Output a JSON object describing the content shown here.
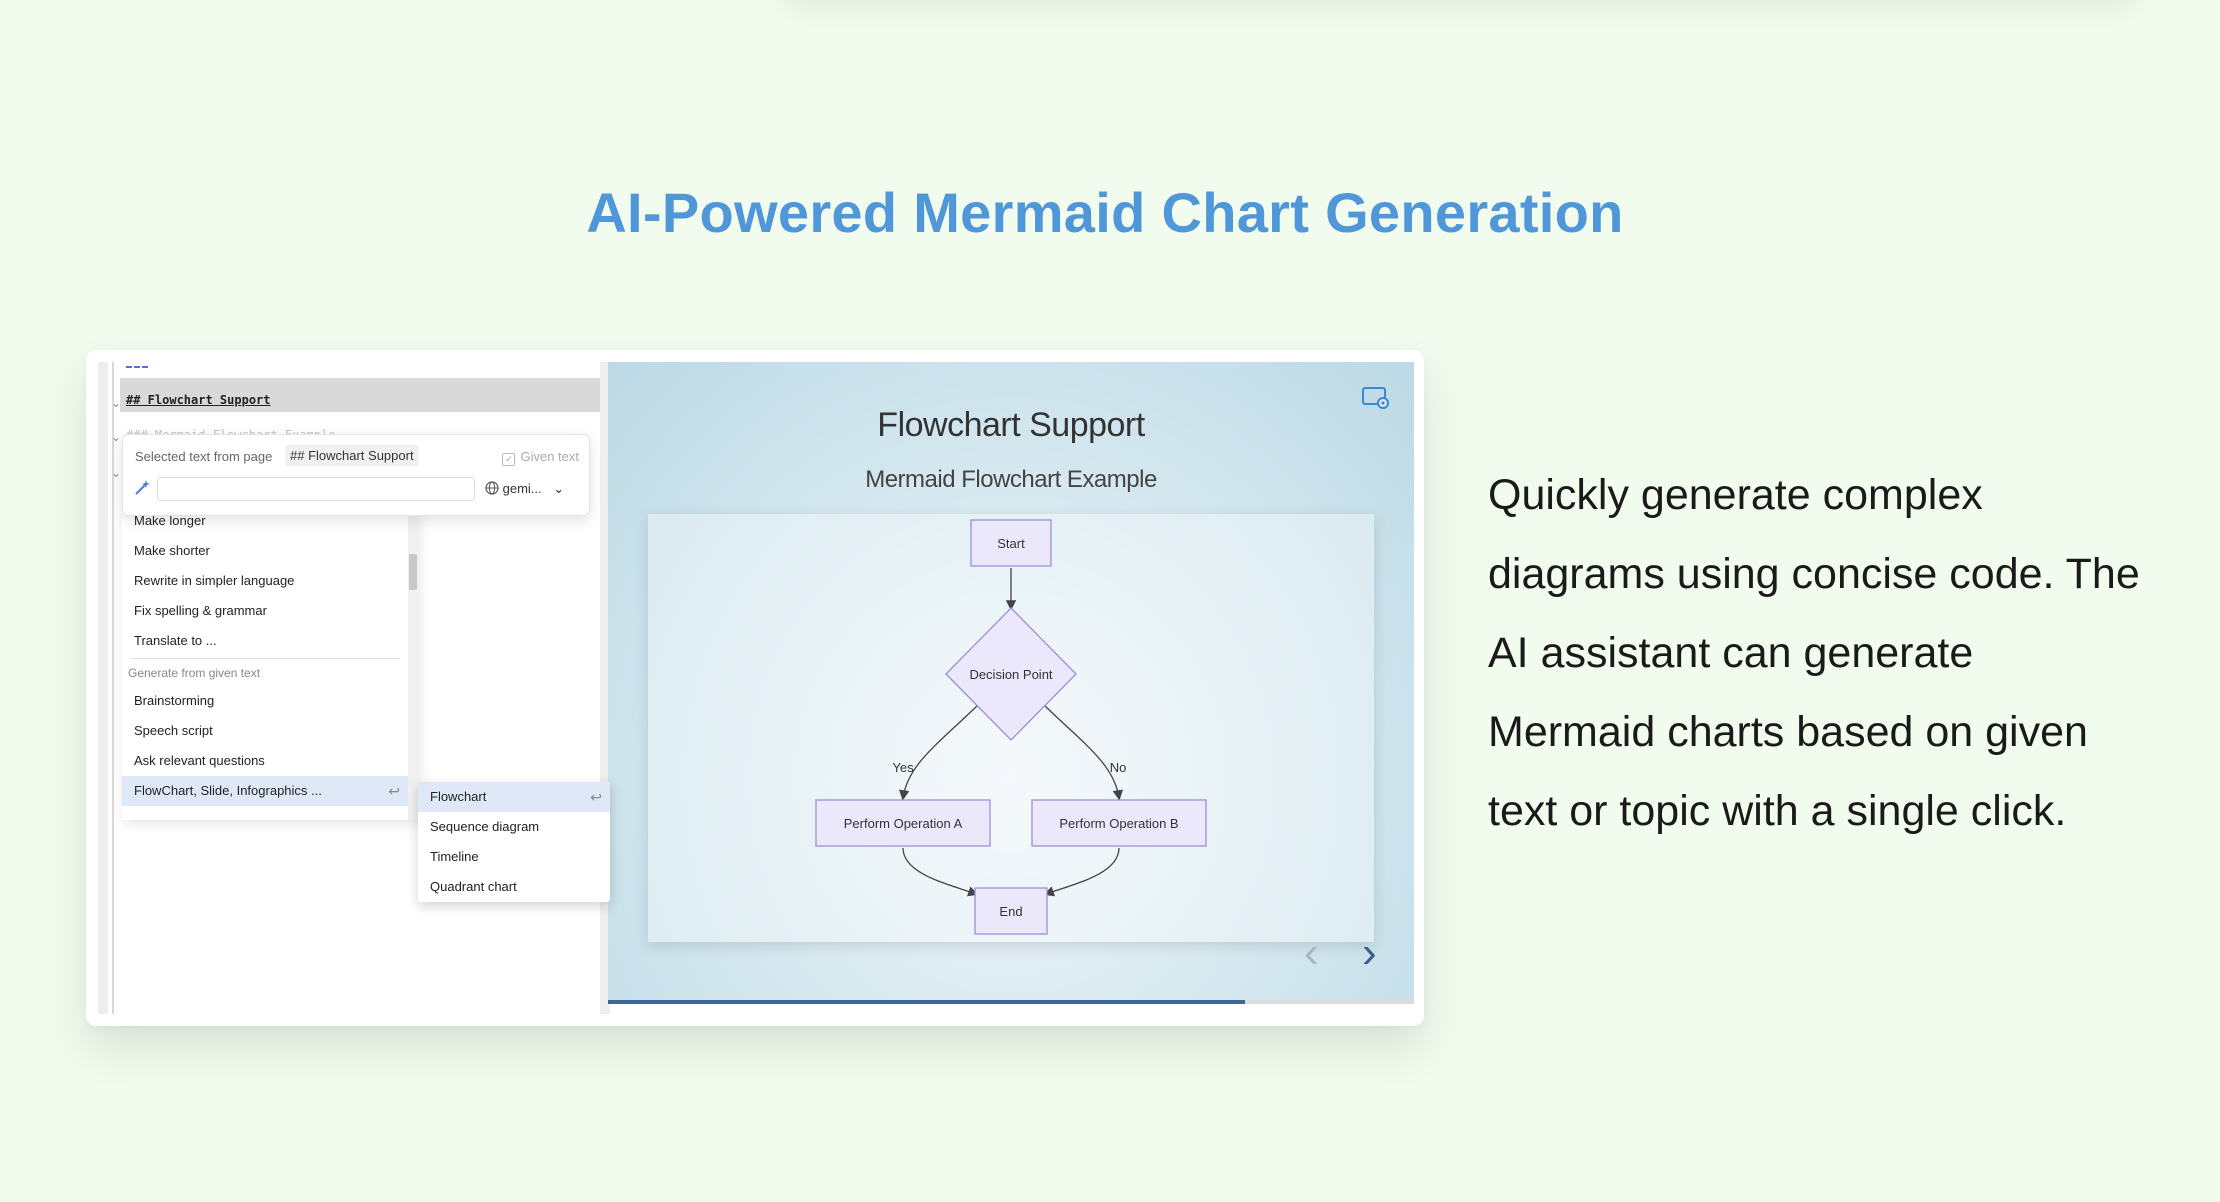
{
  "page": {
    "heading": "AI-Powered Mermaid Chart Generation",
    "description": "Quickly generate complex diagrams using concise code. The AI assistant can generate Mermaid charts based on given text or topic with a single click."
  },
  "editor": {
    "heading_line": "## Flowchart Support",
    "hidden_line": "### Mermaid Flowchart Example",
    "popup": {
      "selected_label": "Selected text from page",
      "selected_chip": "## Flowchart Support",
      "given_text": "Given text",
      "prompt_placeholder": "",
      "model": "gemi...",
      "model_chevron": "⌄",
      "wand_icon": "magic-wand-icon",
      "globe_icon": "globe-icon"
    },
    "menu": {
      "items_top": [
        "Make longer",
        "Make shorter",
        "Rewrite in simpler language",
        "Fix spelling & grammar",
        "Translate to ..."
      ],
      "section": "Generate from given text",
      "items_bottom": [
        "Brainstorming",
        "Speech script",
        "Ask relevant questions",
        "FlowChart, Slide, Infographics ..."
      ],
      "enter_glyph": "↩"
    },
    "submenu": [
      "Flowchart",
      "Sequence diagram",
      "Timeline",
      "Quadrant chart"
    ]
  },
  "slide": {
    "title": "Flowchart Support",
    "subtitle": "Mermaid Flowchart Example",
    "progress": 0.79,
    "nodes": {
      "start": "Start",
      "decision": "Decision Point",
      "op_a": "Perform Operation A",
      "op_b": "Perform Operation B",
      "end": "End"
    },
    "edge_labels": {
      "yes": "Yes",
      "no": "No"
    },
    "prev_glyph": "‹",
    "next_glyph": "›"
  },
  "colors": {
    "heading": "#4f97d9",
    "background": "#f1fcee",
    "node_fill": "#ece8fb",
    "node_stroke": "#9b8fd6",
    "progress": "#3d6694"
  }
}
